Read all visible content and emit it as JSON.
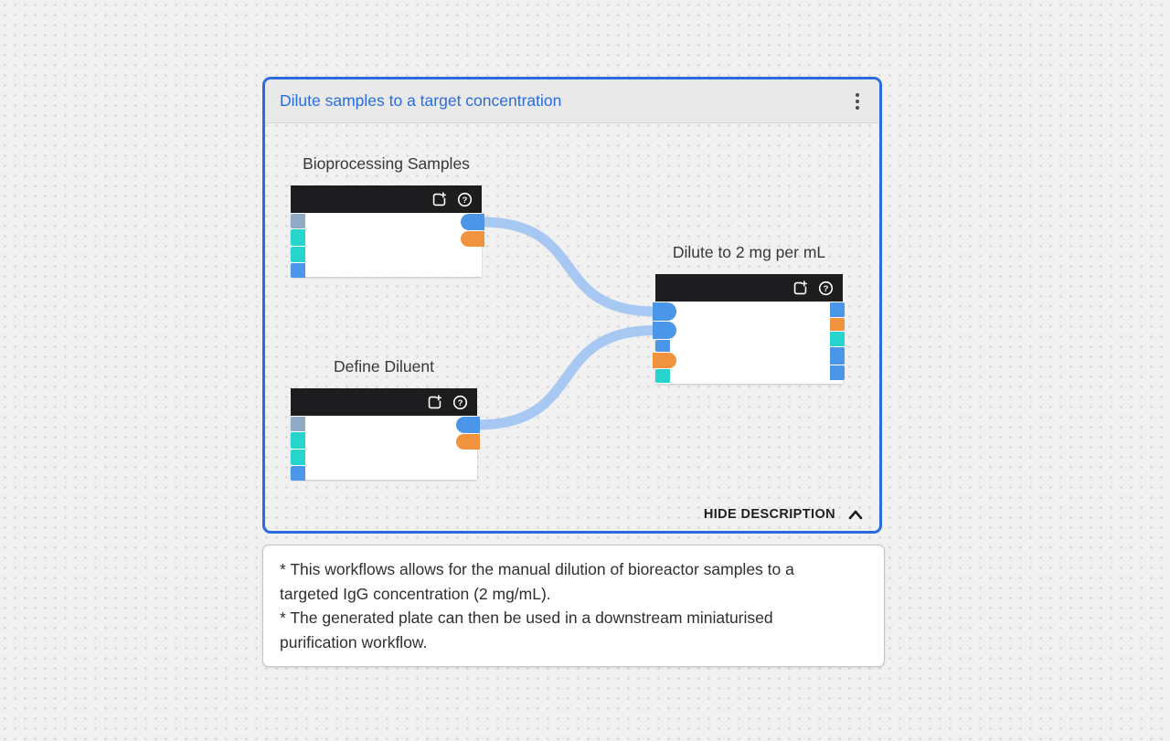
{
  "group": {
    "title": "Dilute samples to a target concentration",
    "hide_description_label": "HIDE DESCRIPTION"
  },
  "colors": {
    "blue": "#4b96e8",
    "orange": "#f0923e",
    "cyan": "#26d5cd",
    "grayblue": "#8fa9c6",
    "wire": "#a7c8f2",
    "group_accent": "#2a6be0",
    "node_header": "#1d1d1f"
  },
  "nodes": [
    {
      "id": "bioprocessing-samples",
      "title": "Bioprocessing Samples",
      "header_icons": [
        "export-icon",
        "help-icon"
      ],
      "ports_left": [
        {
          "color": "grayblue",
          "shape": "square",
          "h": 16
        },
        {
          "color": "cyan",
          "shape": "square",
          "h": 18
        },
        {
          "color": "cyan",
          "shape": "square",
          "h": 17
        },
        {
          "color": "blue",
          "shape": "square",
          "h": 16
        }
      ],
      "ports_right": [
        {
          "color": "blue",
          "shape": "pill",
          "h": 18
        },
        {
          "color": "orange",
          "shape": "pill",
          "h": 17
        }
      ]
    },
    {
      "id": "define-diluent",
      "title": "Define Diluent",
      "header_icons": [
        "export-icon",
        "help-icon"
      ],
      "ports_left": [
        {
          "color": "grayblue",
          "shape": "square",
          "h": 16
        },
        {
          "color": "cyan",
          "shape": "square",
          "h": 18
        },
        {
          "color": "cyan",
          "shape": "square",
          "h": 17
        },
        {
          "color": "blue",
          "shape": "square",
          "h": 16
        }
      ],
      "ports_right": [
        {
          "color": "blue",
          "shape": "pill",
          "h": 18
        },
        {
          "color": "orange",
          "shape": "pill",
          "h": 17
        }
      ]
    },
    {
      "id": "dilute-to-2-mg-per-ml",
      "title": "Dilute to 2 mg per mL",
      "header_icons": [
        "export-icon",
        "help-icon"
      ],
      "ports_left": [
        {
          "color": "blue",
          "shape": "pill",
          "h": 20
        },
        {
          "color": "blue",
          "shape": "pill",
          "h": 19
        },
        {
          "color": "blue",
          "shape": "square",
          "h": 13
        },
        {
          "color": "orange",
          "shape": "pill",
          "h": 17
        },
        {
          "color": "cyan",
          "shape": "square",
          "h": 15
        }
      ],
      "ports_right": [
        {
          "color": "blue",
          "shape": "square",
          "h": 16
        },
        {
          "color": "orange",
          "shape": "square",
          "h": 14
        },
        {
          "color": "cyan",
          "shape": "square",
          "h": 16
        },
        {
          "color": "blue",
          "shape": "square",
          "h": 19
        },
        {
          "color": "blue",
          "shape": "square",
          "h": 16
        }
      ]
    }
  ],
  "connections": [
    {
      "from": {
        "node": 0,
        "side": "right",
        "port": 0
      },
      "to": {
        "node": 2,
        "side": "left",
        "port": 0
      }
    },
    {
      "from": {
        "node": 1,
        "side": "right",
        "port": 0
      },
      "to": {
        "node": 2,
        "side": "left",
        "port": 1
      }
    }
  ],
  "description": {
    "lines": [
      "* This workflows allows for the manual dilution of bioreactor samples to a targeted IgG concentration (2 mg/mL).",
      "* The generated plate can then be used in a downstream miniaturised purification workflow."
    ]
  }
}
